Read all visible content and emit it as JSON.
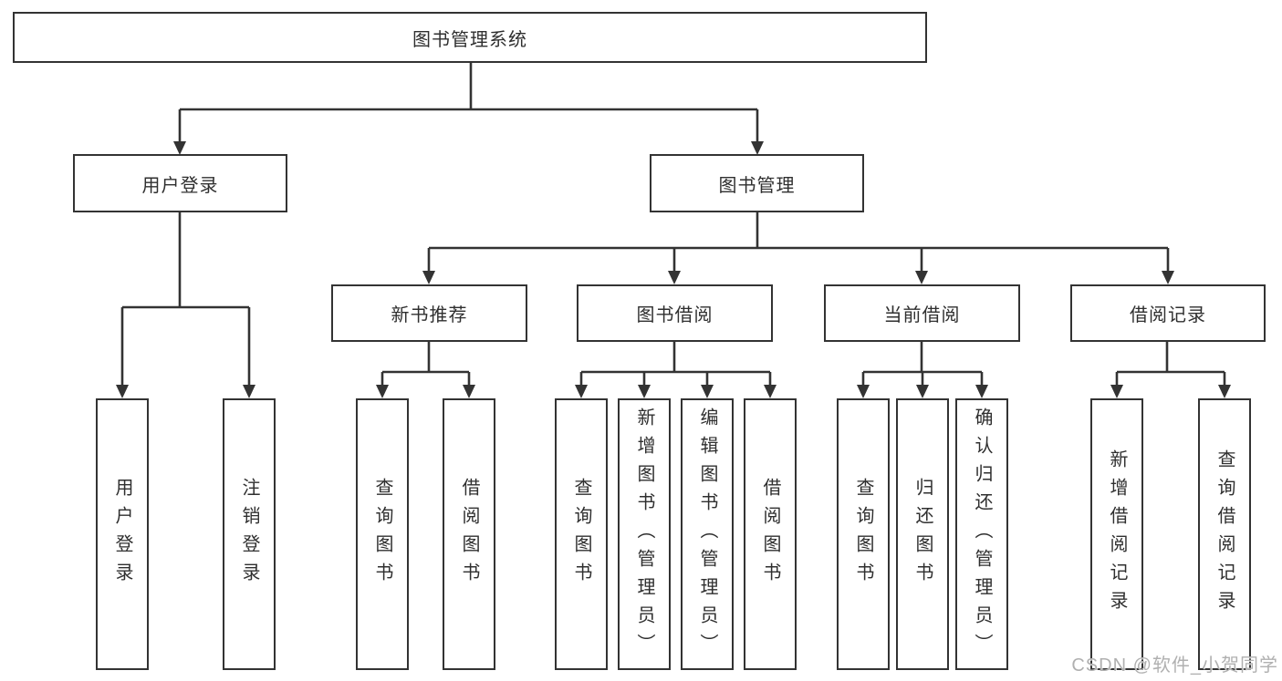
{
  "diagram": {
    "root": "图书管理系统",
    "level2": [
      "用户登录",
      "图书管理"
    ],
    "level3": [
      "新书推荐",
      "图书借阅",
      "当前借阅",
      "借阅记录"
    ],
    "leaves": {
      "user_login": [
        "用户登录",
        "注销登录"
      ],
      "new_book_recommend": [
        "查询图书",
        "借阅图书"
      ],
      "book_borrowing": [
        "查询图书",
        "新增图书（管理员）",
        "编辑图书（管理员）",
        "借阅图书"
      ],
      "current_borrowing": [
        "查询图书",
        "归还图书",
        "确认归还（管理员）"
      ],
      "borrowing_records": [
        "新增借阅记录",
        "查询借阅记录"
      ]
    }
  },
  "watermark": "CSDN @软件_小贺同学",
  "colors": {
    "line": "#333333",
    "border": "#333333",
    "fill": "#ffffff",
    "text": "#2f2f2f",
    "watermark": "#b0b0b0"
  }
}
